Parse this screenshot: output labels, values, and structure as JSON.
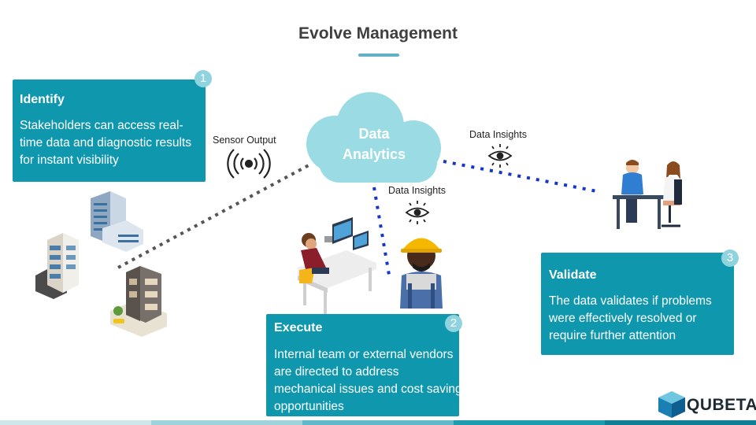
{
  "title": "Evolve Management",
  "cloud": {
    "line1": "Data",
    "line2": "Analytics"
  },
  "labels": {
    "sensor_output": "Sensor Output",
    "insights_right": "Data Insights",
    "insights_center": "Data Insights"
  },
  "cards": {
    "identify": {
      "number": "1",
      "heading": "Identify",
      "text": "Stakeholders can access real-time data and diagnostic results for instant visibility"
    },
    "execute": {
      "number": "2",
      "heading": "Execute",
      "text": "Internal team or external vendors are directed to address mechanical issues and cost saving opportunities"
    },
    "validate": {
      "number": "3",
      "heading": "Validate",
      "text": "The data validates if problems were effectively resolved or require further attention"
    }
  },
  "logo": {
    "text": "QUBETA"
  },
  "colors": {
    "card": "#0f97ad",
    "badge": "#8fd3df",
    "cloud": "#9adbe4",
    "dotted_gray": "#555555",
    "dotted_blue": "#1636c8"
  }
}
